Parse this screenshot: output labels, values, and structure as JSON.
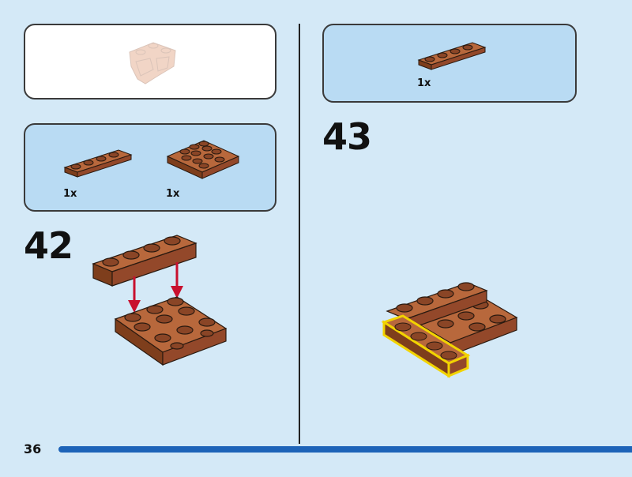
{
  "page": {
    "number": "36"
  },
  "left": {
    "previous_box": {
      "icon": "faded-submodel-preview-icon"
    },
    "parts_box": {
      "parts": [
        {
          "icon": "brick-plate-1x4-icon",
          "qty": "1x",
          "color": "#a0522d"
        },
        {
          "icon": "brick-plate-4x4-corner-icon",
          "qty": "1x",
          "color": "#a0522d"
        }
      ]
    },
    "step": {
      "number": "42",
      "arrow_color": "#c8102e"
    }
  },
  "right": {
    "parts_box": {
      "parts": [
        {
          "icon": "brick-plate-1x4-icon",
          "qty": "1x",
          "color": "#a0522d"
        }
      ]
    },
    "step": {
      "number": "43",
      "highlight_color": "#f2d300"
    }
  },
  "colors": {
    "background": "#d4e9f7",
    "box_blue": "#b9dbf3",
    "brick": "#a0522d",
    "progress": "#1d63b8"
  }
}
